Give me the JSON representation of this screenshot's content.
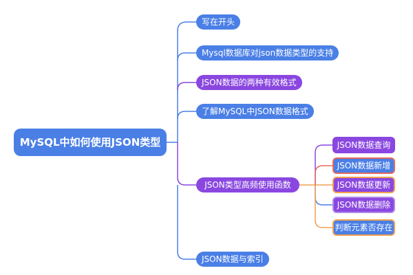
{
  "root": {
    "label": "MySQL中如何使用JSON类型"
  },
  "branches": [
    {
      "label": "写在开头"
    },
    {
      "label": "Mysql数据库对json数据类型的支持"
    },
    {
      "label": "JSON数据的两种有效格式"
    },
    {
      "label": "了解MySQL中JSON数据格式"
    },
    {
      "label": "JSON类型高频使用函数"
    },
    {
      "label": "JSON数据与索引"
    }
  ],
  "sub_branches": [
    {
      "label": "JSON数据查询"
    },
    {
      "label": "JSON数据新增"
    },
    {
      "label": "JSON数据更新"
    },
    {
      "label": "JSON数据删除"
    },
    {
      "label": "判断元素否存在"
    }
  ],
  "colors": {
    "blue": "#4a7fe6",
    "purple": "#8a47e0",
    "orange": "#f0a050",
    "red": "#e86a5a"
  }
}
